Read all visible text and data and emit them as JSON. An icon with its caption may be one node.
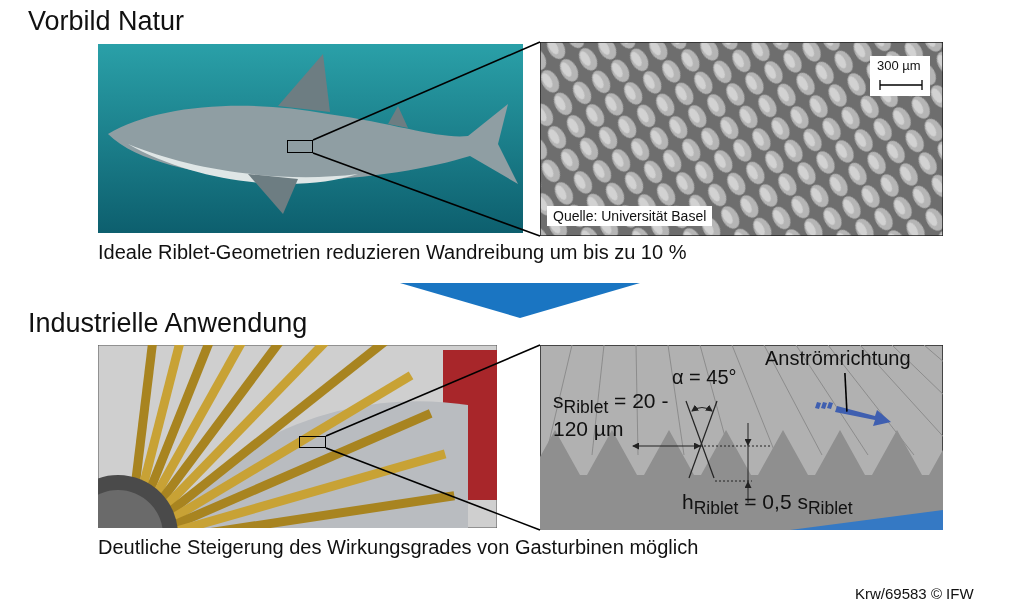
{
  "diagram": {
    "nodes": [
      {
        "text": [],
        "shape": "picture"
      },
      {
        "text": [],
        "shape": "box",
        "in": 0
      },
      {
        "text": [],
        "shape": "picture"
      },
      {
        "text": [],
        "shape": "picture"
      },
      {
        "text": [],
        "shape": "box",
        "in": 3
      },
      {
        "text": [],
        "shape": "picture"
      },
      {
        "text": [
          "Anströmrichtung"
        ],
        "in": 5
      },
      {
        "text": [],
        "shape": "arrow",
        "in": 5
      }
    ],
    "edges": [
      {
        "from": 1,
        "to": 2,
        "arrow": "none"
      },
      {
        "from": 1,
        "to": 2,
        "arrow": "none"
      },
      {
        "from": 4,
        "to": 5,
        "arrow": "none"
      },
      {
        "from": 4,
        "to": 5,
        "arrow": "none"
      },
      {
        "from": 6,
        "to": 7,
        "arrow": "none"
      }
    ],
    "labels": [
      "Vorbild Natur",
      "300 µm",
      "Quelle: Universität Basel",
      "Ideale Riblet-Geometrien reduzieren Wandreibung um bis zu 10 %",
      "Industrielle Anwendung",
      "α = 45°",
      "s$_{Riblet}$ = 20 - 120 µm",
      "h$_{Riblet}$ = 0,5 s$_{Riblet}$",
      "Deutliche Steigerung des Wirkungsgrades von Gasturbinen möglich",
      "Krw/69583 © IFW"
    ]
  }
}
